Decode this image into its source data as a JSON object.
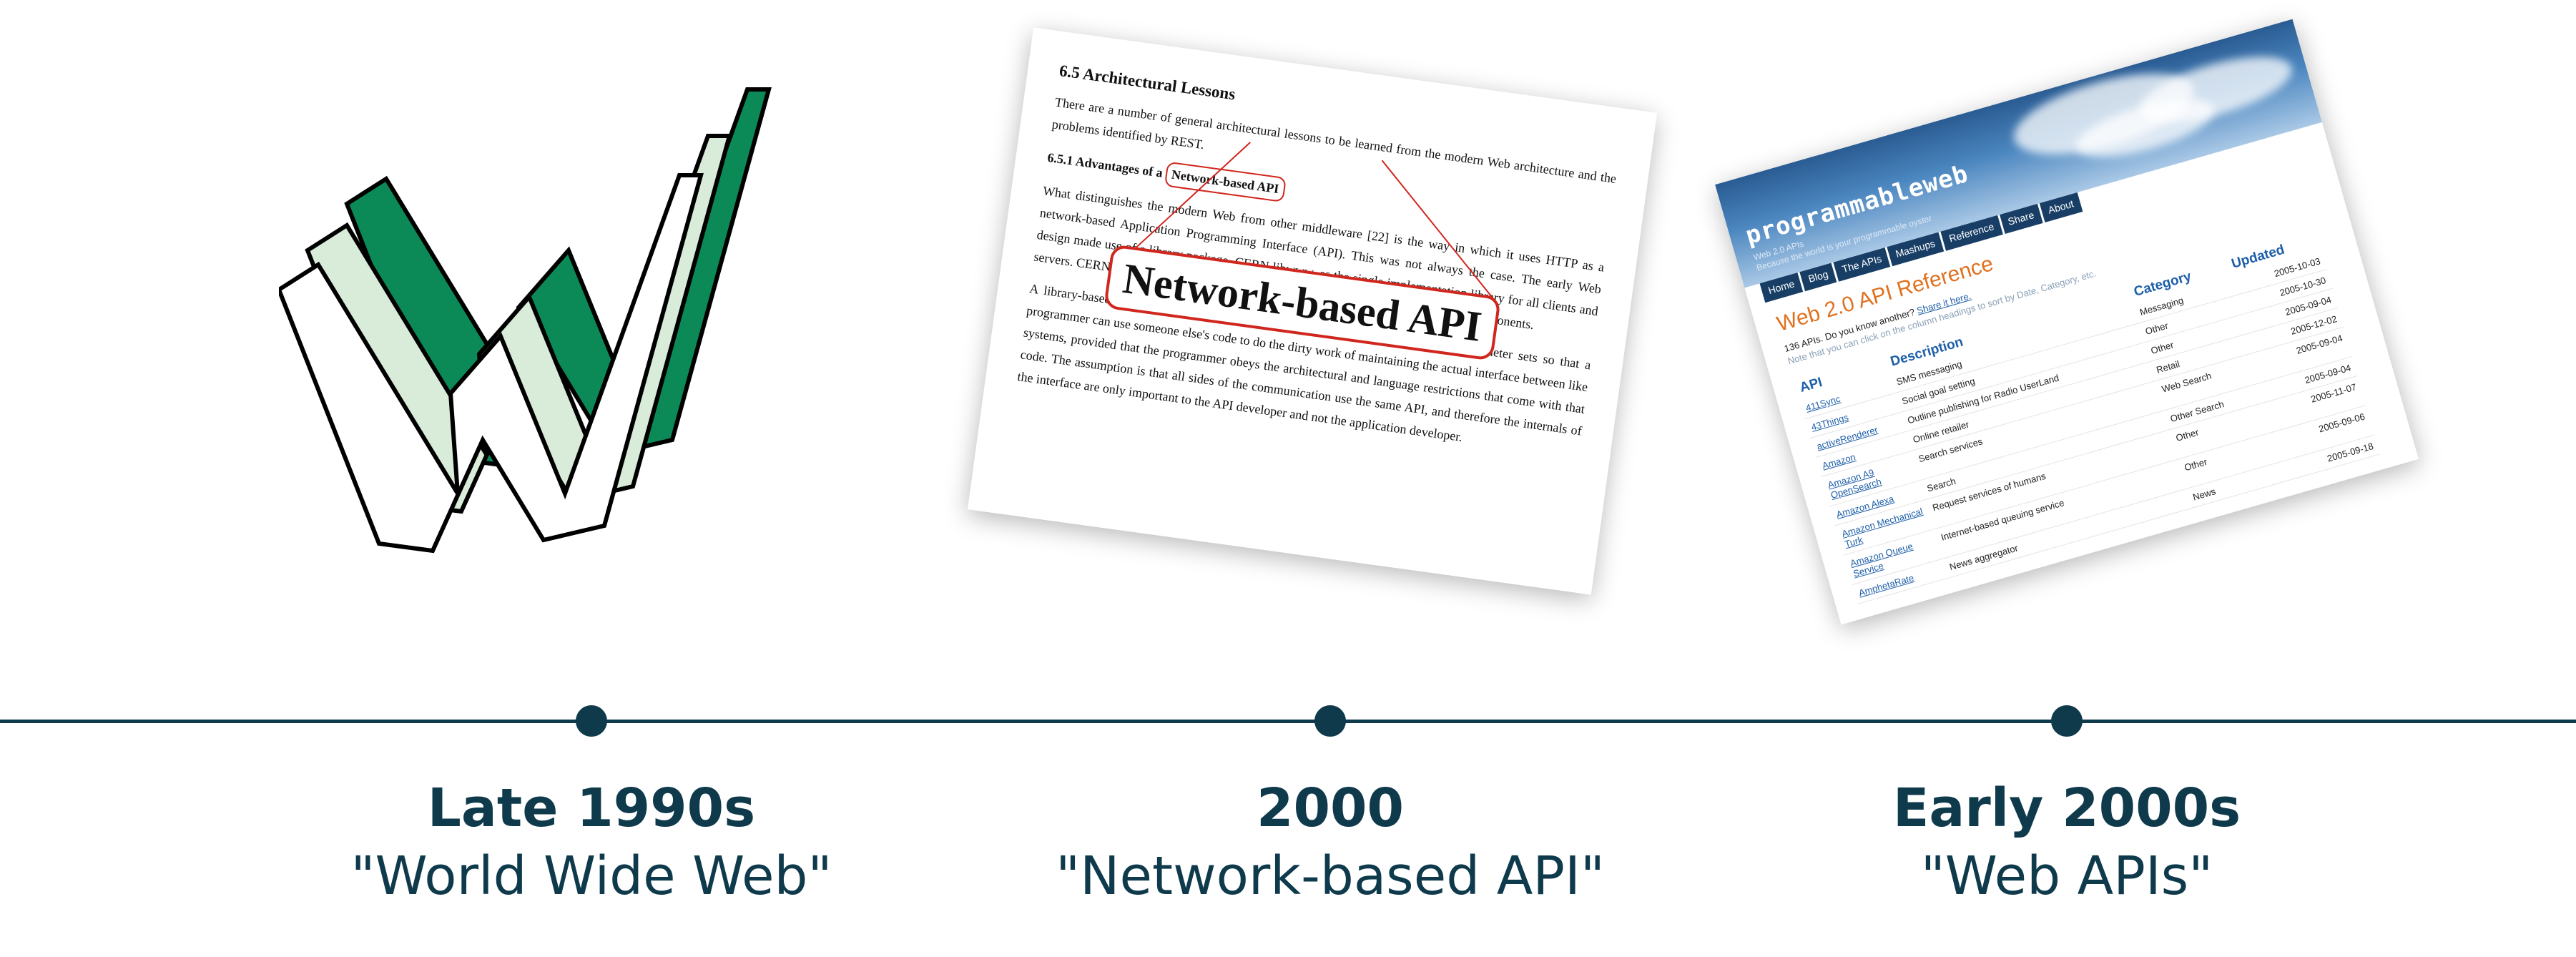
{
  "milestones": [
    {
      "year": "Late 1990s",
      "caption": "\"World Wide Web\""
    },
    {
      "year": "2000",
      "caption": "\"Network-based API\""
    },
    {
      "year": "Early 2000s",
      "caption": "\"Web APIs\""
    }
  ],
  "colors": {
    "timeline": "#0e3a4c",
    "w_dark": "#0b8a57",
    "w_light": "#d8ecd9",
    "highlight_red": "#d0261d"
  },
  "paper": {
    "section_title": "6.5 Architectural Lessons",
    "intro": "There are a number of general architectural lessons to be learned from the modern Web architecture and the problems identified by REST.",
    "subsection_prefix": "6.5.1 Advantages of a ",
    "subsection_highlight": "Network-based API",
    "para1": "What distinguishes the modern Web from other middleware [22] is the way in which it uses HTTP as a network-based Application Programming Interface (API). This was not always the case. The early Web design made use of a library package, CERN libwww, as the single implementation library for all clients and servers. CERN libwww provided a library-based API for building interoperable Web components.",
    "para2": "A library-based API provides a set of code entry points and associated symbol/parameter sets so that a programmer can use someone else's code to do the dirty work of maintaining the actual interface between like systems, provided that the programmer obeys the architectural and language restrictions that come with that code. The assumption is that all sides of the communication use the same API, and therefore the internals of the interface are only important to the API developer and not the application developer.",
    "zoom_text": "Network-based API"
  },
  "pweb": {
    "logo": "programmableweb",
    "tagline1": "Web 2.0 APIs",
    "tagline2": "Because the world is your programmable oyster",
    "nav": [
      "Home",
      "Blog",
      "The APIs",
      "Mashups",
      "Reference",
      "Share",
      "About"
    ],
    "page_title": "Web 2.0 API Reference",
    "count_text": "136 APIs. Do you know another? ",
    "count_link": "Share it here.",
    "note": "Note that you can click on the column headings to sort by Date, Category, etc.",
    "columns": [
      "API",
      "Description",
      "Category",
      "Updated"
    ],
    "rows": [
      [
        "411Sync",
        "SMS messaging",
        "Messaging",
        "2005-10-03"
      ],
      [
        "43Things",
        "Social goal setting",
        "Other",
        "2005-10-30"
      ],
      [
        "activeRenderer",
        "Outline publishing for Radio UserLand",
        "Other",
        "2005-09-04"
      ],
      [
        "Amazon",
        "Online retailer",
        "Retail",
        "2005-12-02"
      ],
      [
        "Amazon A9 OpenSearch",
        "Search services",
        "Web Search",
        "2005-09-04"
      ],
      [
        "Amazon Alexa",
        "Search",
        "Other Search",
        "2005-09-04"
      ],
      [
        "Amazon Mechanical Turk",
        "Request services of humans",
        "Other",
        "2005-11-07"
      ],
      [
        "Amazon Queue Service",
        "Internet-based queuing service",
        "Other",
        "2005-09-06"
      ],
      [
        "AmphetaRate",
        "News aggregator",
        "News",
        "2005-09-18"
      ]
    ]
  }
}
